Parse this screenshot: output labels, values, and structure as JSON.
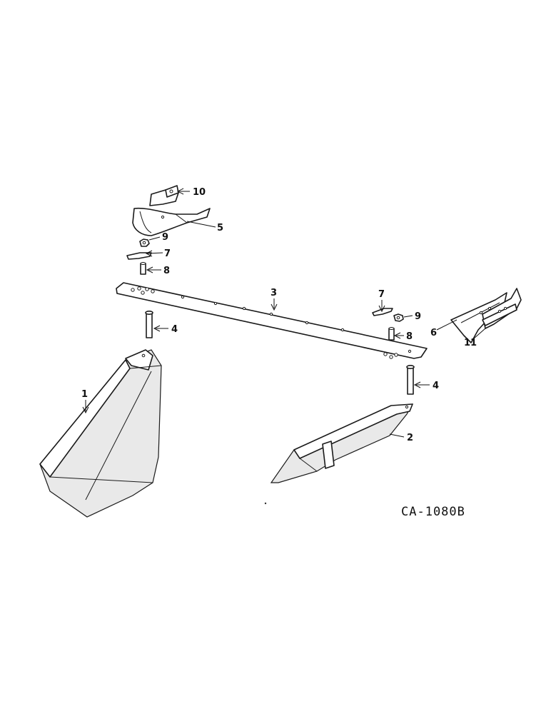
{
  "figure_id": "CA-1080B",
  "callouts": {
    "c1": "1",
    "c2": "2",
    "c3": "3",
    "c4a": "4",
    "c4b": "4",
    "c5": "5",
    "c6": "6",
    "c7a": "7",
    "c7b": "7",
    "c8a": "8",
    "c8b": "8",
    "c9a": "9",
    "c9b": "9",
    "c10": "10",
    "c11": "11"
  }
}
